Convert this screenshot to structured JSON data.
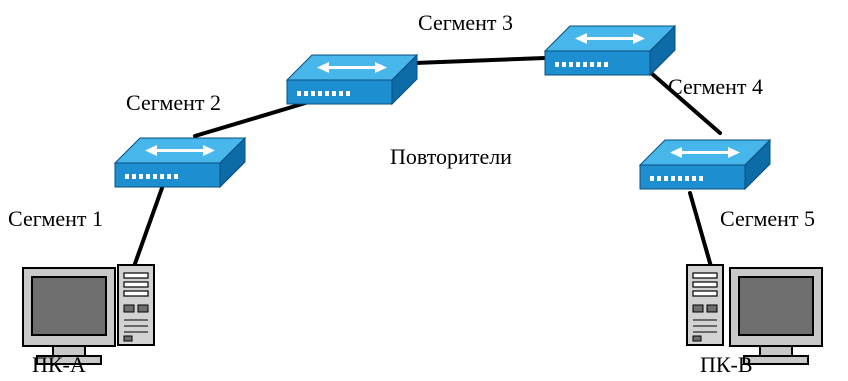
{
  "diagram": {
    "center_label": "Повторители",
    "segments": [
      {
        "id": "s1",
        "label": "Сегмент 1"
      },
      {
        "id": "s2",
        "label": "Сегмент 2"
      },
      {
        "id": "s3",
        "label": "Сегмент 3"
      },
      {
        "id": "s4",
        "label": "Сегмент 4"
      },
      {
        "id": "s5",
        "label": "Сегмент 5"
      }
    ],
    "computers": [
      {
        "id": "pc-a",
        "label": "ПК-А"
      },
      {
        "id": "pc-b",
        "label": "ПК-В"
      }
    ],
    "colors": {
      "repeater_top": "#47b6ea",
      "repeater_front": "#1d8fd0",
      "repeater_side": "#0d6ba8",
      "port": "#ffffff",
      "cable": "#000000",
      "monitor_bezel": "#c8c8c8",
      "monitor_screen": "#6e6e6e",
      "tower": "#d2d2d2"
    },
    "icons": [
      "repeater-icon",
      "computer-icon"
    ]
  }
}
